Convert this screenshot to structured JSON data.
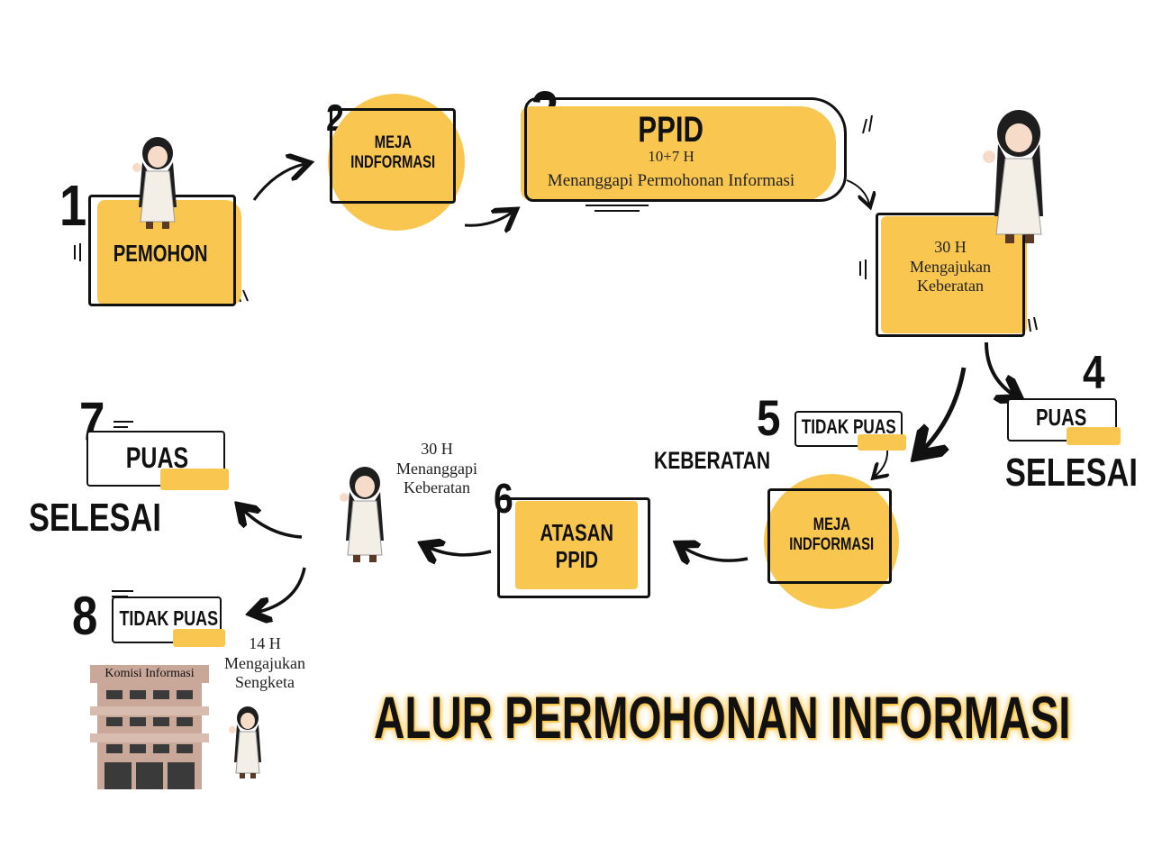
{
  "title": "ALUR PERMOHONAN INFORMASI",
  "colors": {
    "accent": "#f9c74f",
    "ink": "#111111",
    "building": "#c9a89a"
  },
  "steps": {
    "s1": {
      "number": "1",
      "label": "PEMOHON"
    },
    "s2": {
      "number": "2",
      "label_line1": "MEJA",
      "label_line2": "INDFORMASI"
    },
    "s3": {
      "number": "3",
      "label": "PPID",
      "days": "10+7 H",
      "desc": "Menanggapi Permohonan Informasi"
    },
    "objection": {
      "days": "30 H",
      "line1": "Mengajukan",
      "line2": "Keberatan"
    },
    "s4": {
      "number": "4",
      "tag": "PUAS",
      "result": "SELESAI"
    },
    "s5": {
      "number": "5",
      "tag": "TIDAK PUAS",
      "side_label": "KEBERATAN",
      "desk_line1": "MEJA",
      "desk_line2": "INDFORMASI"
    },
    "s6": {
      "number": "6",
      "label_line1": "ATASAN",
      "label_line2": "PPID",
      "days": "30 H",
      "line1": "Menanggapi",
      "line2": "Keberatan"
    },
    "s7": {
      "number": "7",
      "tag": "PUAS",
      "result": "SELESAI"
    },
    "s8": {
      "number": "8",
      "tag": "TIDAK PUAS",
      "days": "14 H",
      "line1": "Mengajukan",
      "line2": "Sengketa",
      "building": "Komisi Informasi"
    }
  }
}
